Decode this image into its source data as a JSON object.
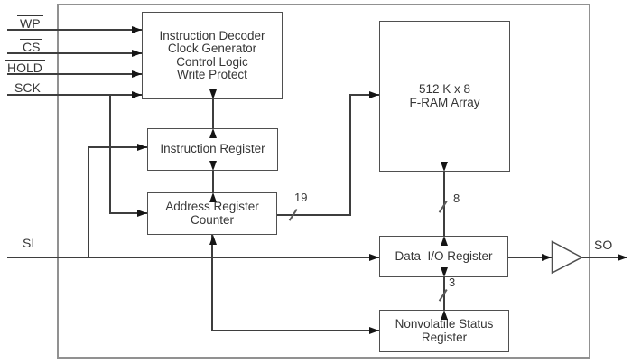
{
  "pins": {
    "wp": "WP",
    "cs": "CS",
    "hold": "HOLD",
    "sck": "SCK",
    "si": "SI",
    "so": "SO"
  },
  "blocks": {
    "decoder": "Instruction Decoder\nClock Generator\nControl Logic\nWrite Protect",
    "instruction_register": "Instruction Register",
    "address_register_counter": "Address Register\nCounter",
    "fram_array": "512 K x 8\nF-RAM Array",
    "data_io_register": "Data  I/O Register",
    "nonvolatile_status_register": "Nonvolatile Status\nRegister"
  },
  "bus_widths": {
    "address_bus": "19",
    "data_bus": "8",
    "status_bus": "3"
  },
  "colors": {
    "outer_border": "#919191",
    "block_border": "#4f4f4f",
    "line": "#3e3e3e",
    "arrowhead": "#151515",
    "text": "#363636",
    "background": "#ffffff"
  }
}
